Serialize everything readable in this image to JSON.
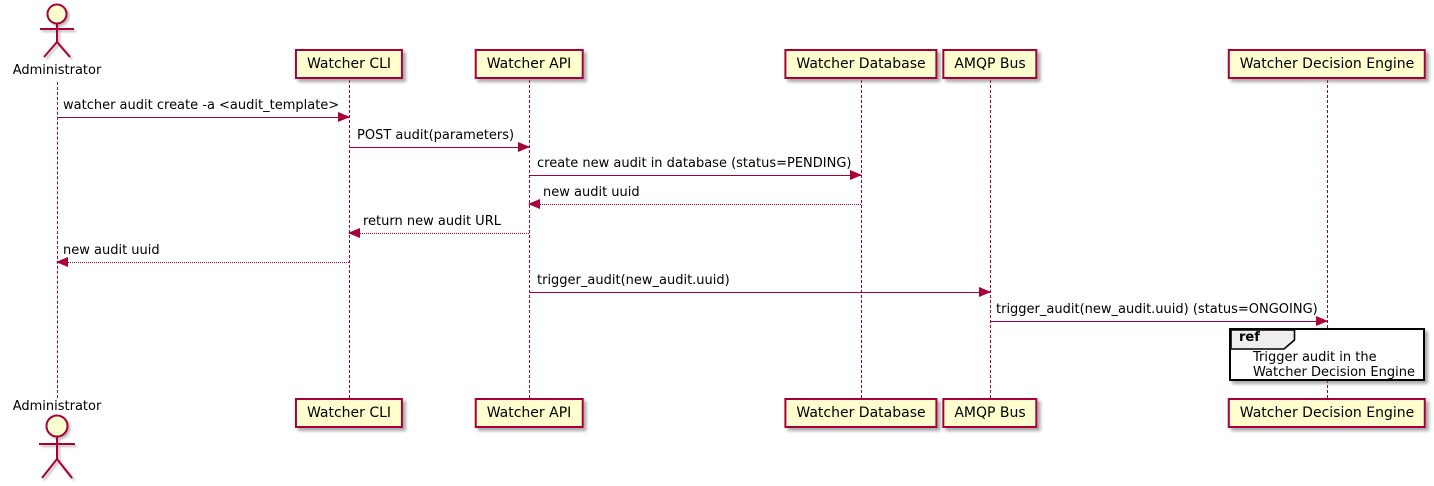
{
  "diagram": {
    "type": "sequence-diagram",
    "participants": {
      "administrator": "Administrator",
      "cli": "Watcher CLI",
      "api": "Watcher API",
      "db": "Watcher Database",
      "amqp": "AMQP Bus",
      "wde": "Watcher Decision Engine"
    },
    "messages": [
      {
        "from": "Administrator",
        "to": "Watcher CLI",
        "line": "solid",
        "label": "watcher audit create -a <audit_template>"
      },
      {
        "from": "Watcher CLI",
        "to": "Watcher API",
        "line": "solid",
        "label": "POST audit(parameters)"
      },
      {
        "from": "Watcher API",
        "to": "Watcher Database",
        "line": "solid",
        "label": "create new audit in database (status=PENDING)"
      },
      {
        "from": "Watcher Database",
        "to": "Watcher API",
        "line": "dashed",
        "label": "new audit uuid"
      },
      {
        "from": "Watcher API",
        "to": "Watcher CLI",
        "line": "dashed",
        "label": "return new audit URL"
      },
      {
        "from": "Watcher CLI",
        "to": "Administrator",
        "line": "dashed",
        "label": "new audit uuid"
      },
      {
        "from": "Watcher API",
        "to": "AMQP Bus",
        "line": "solid",
        "label": "trigger_audit(new_audit.uuid)"
      },
      {
        "from": "AMQP Bus",
        "to": "Watcher Decision Engine",
        "line": "solid",
        "label": "trigger_audit(new_audit.uuid) (status=ONGOING)"
      }
    ],
    "ref_fragment": {
      "keyword": "ref",
      "line1": "Trigger audit in the",
      "line2": "Watcher Decision Engine"
    },
    "colors": {
      "participant_fill": "#FEFECE",
      "accent": "#A80036",
      "ref_border": "#000000",
      "ref_header_fill": "#EEEEEE",
      "background": "#FFFFFF"
    }
  }
}
